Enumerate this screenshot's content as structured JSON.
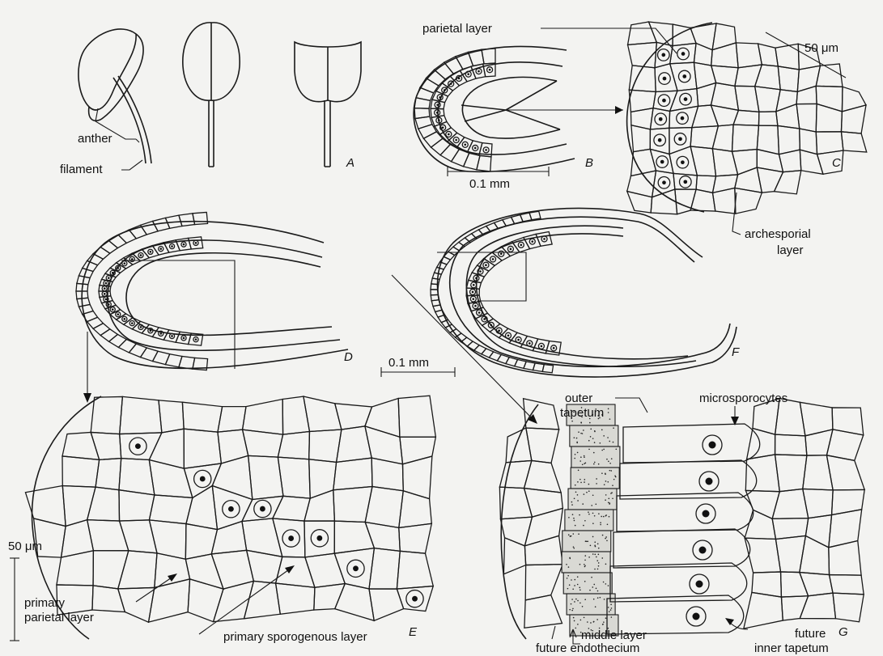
{
  "panels": [
    "A",
    "B",
    "C",
    "D",
    "E",
    "F",
    "G"
  ],
  "labels": {
    "anther": "anther",
    "filament": "filament",
    "parietal_layer": "parietal layer",
    "archesporial_1": "archesporial",
    "archesporial_2": "layer",
    "microsporocytes": "microsporocytes",
    "outer_tapetum_1": "outer",
    "outer_tapetum_2": "tapetum",
    "primary_parietal_1": "primary",
    "primary_parietal_2": "parietal layer",
    "primary_sporogenous": "primary sporogenous layer",
    "middle_layer": "middle layer",
    "future_endothecium": "future endothecium",
    "future_inner_tapetum_1": "future",
    "future_inner_tapetum_2": "inner tapetum"
  },
  "scale_bars": {
    "c_bar": "50 μm",
    "b_bar": "0.1 mm",
    "f_bar": "0.1 mm",
    "e_bar": "50 μm"
  }
}
